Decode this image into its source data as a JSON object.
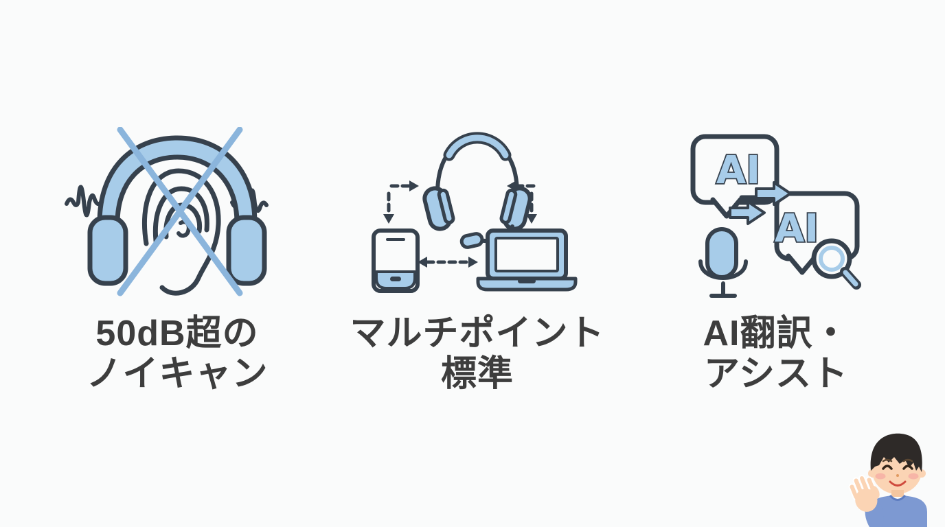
{
  "slide": {
    "background_color": "#fafbfb",
    "colors": {
      "outline": "#36414d",
      "blue": "#a7cce9",
      "cross": "#8bb5dc",
      "text": "#3d3d3d",
      "skin": "#fbd4b4",
      "hair": "#2e2a28",
      "shirt": "#7d99d2",
      "blush": "#f6afa5",
      "mouth": "#cf4b3e",
      "collar": "#5c7cc0"
    },
    "features": [
      {
        "icon": "noise-cancellation-ear-icon",
        "label_line1": "50dB超の",
        "label_line2": "ノイキャン"
      },
      {
        "icon": "multipoint-headset-phone-laptop-icon",
        "label_line1": "マルチポイント",
        "label_line2": "標準"
      },
      {
        "icon": "ai-translation-speech-bubbles-icon",
        "label_line1": "AI翻訳・",
        "label_line2": "アシスト",
        "bubble1_text": "AI",
        "bubble2_text": "AI"
      }
    ],
    "person": "waving-man-illustration"
  }
}
